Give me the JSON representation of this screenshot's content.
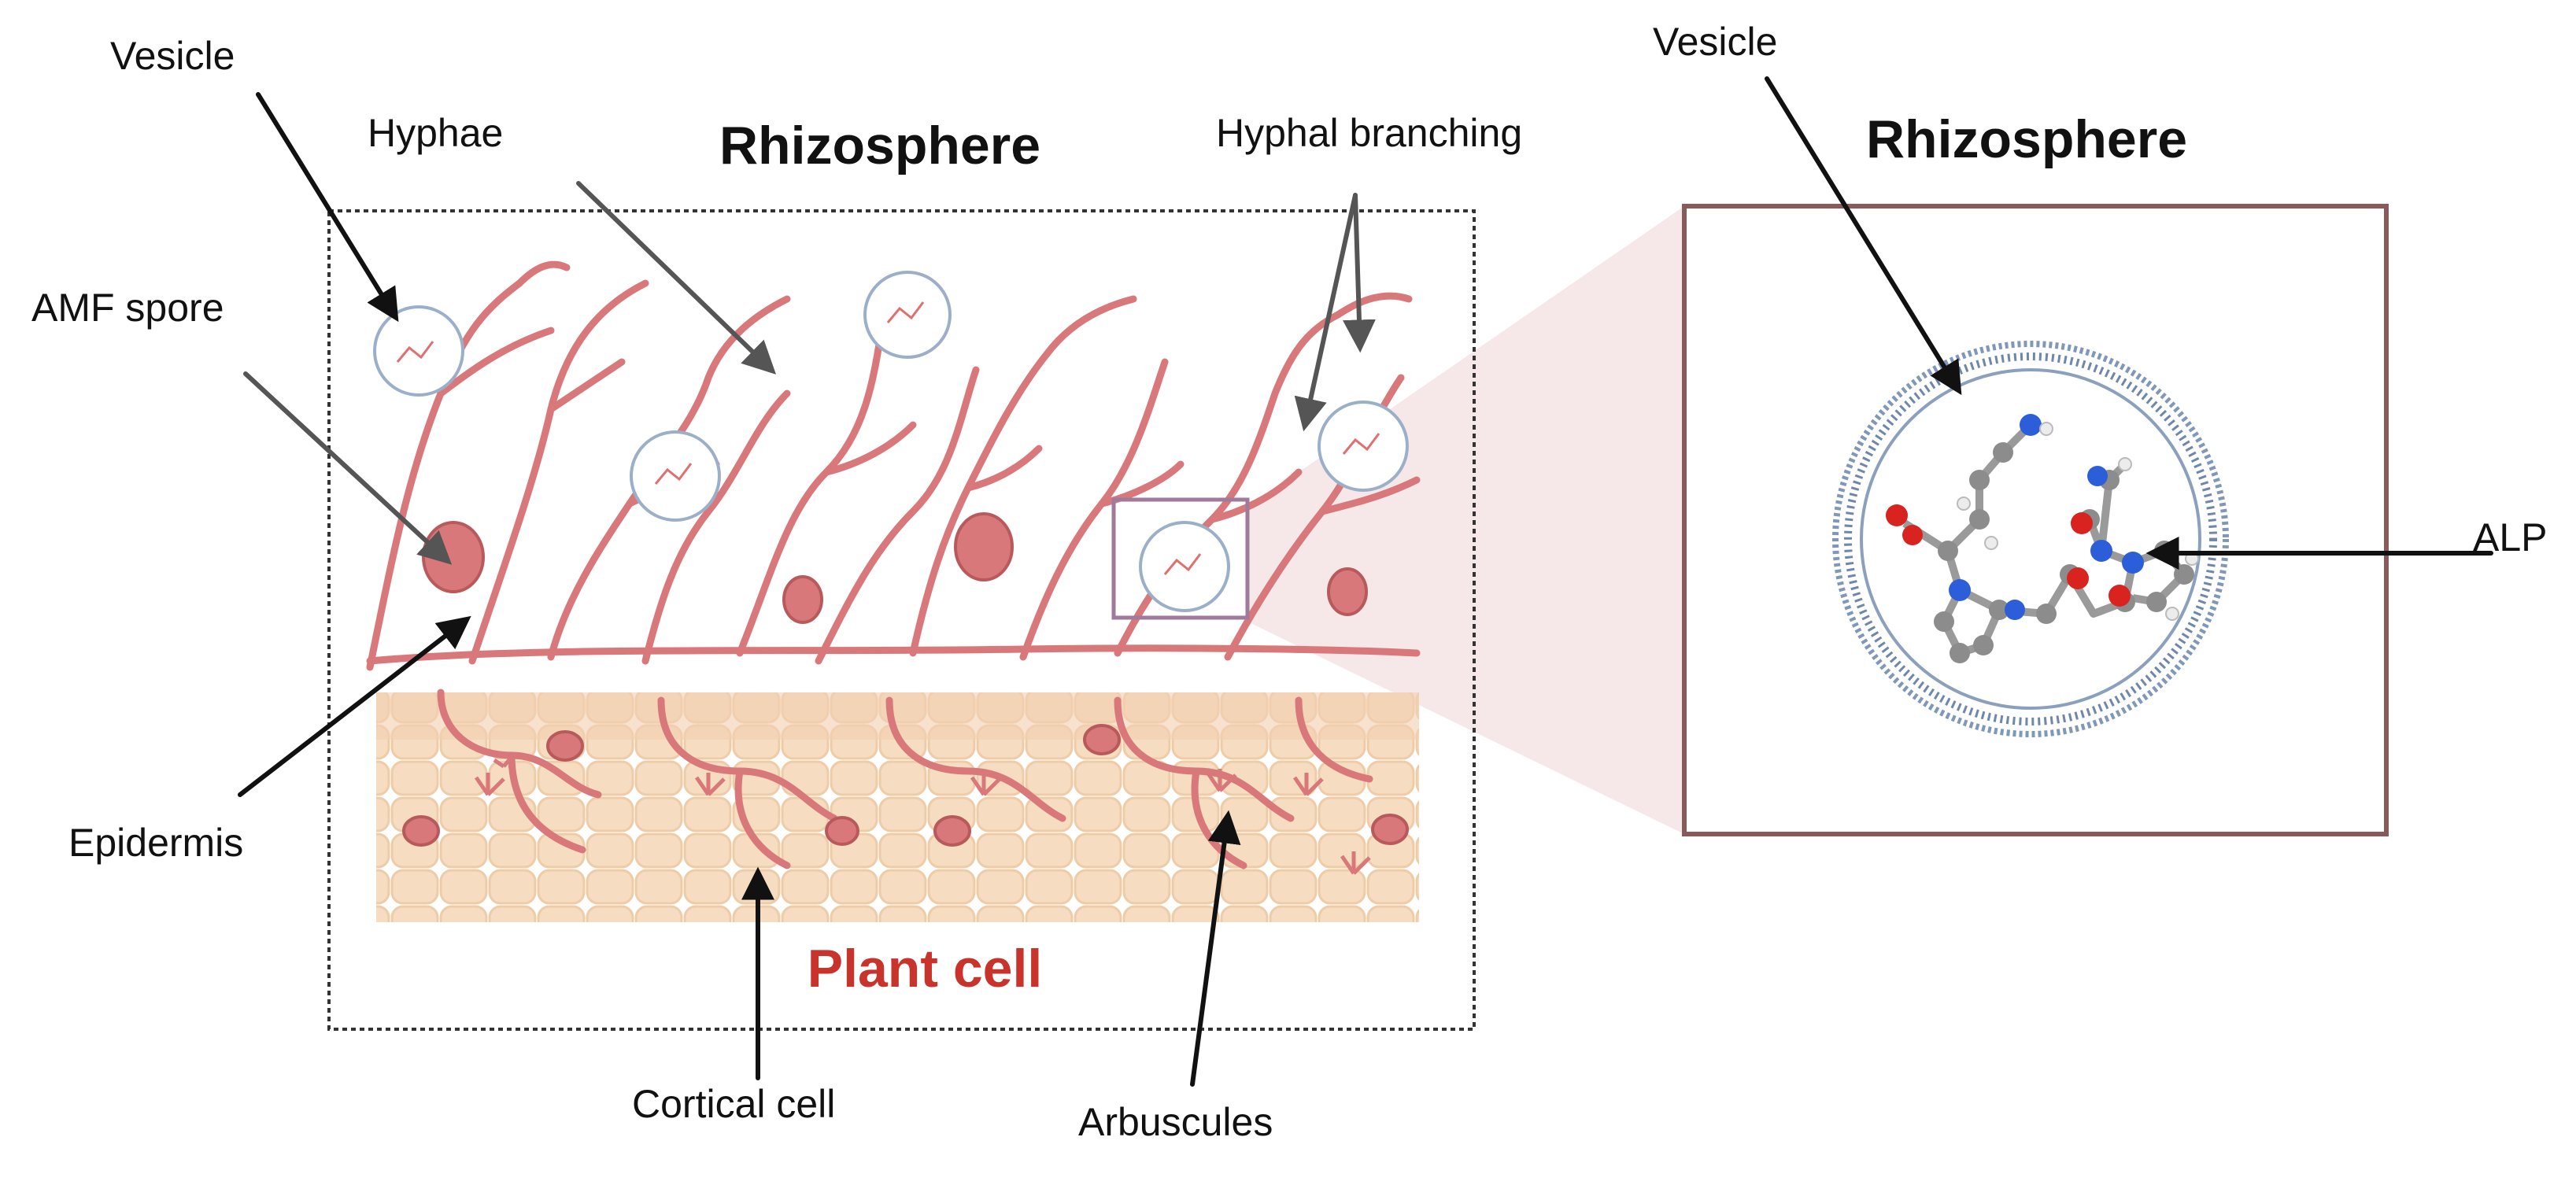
{
  "left_panel": {
    "title": "Rhizosphere",
    "bottom_label": "Plant cell"
  },
  "right_panel": {
    "title": "Rhizosphere"
  },
  "labels": {
    "vesicle_left": "Vesicle",
    "hyphae": "Hyphae",
    "hyphal_branching": "Hyphal branching",
    "amf_spore": "AMF spore",
    "epidermis": "Epidermis",
    "cortical_cell": "Cortical cell",
    "arbuscules": "Arbuscules",
    "vesicle_right": "Vesicle",
    "alp": "ALP"
  },
  "colors": {
    "hyphae": "#d9787a",
    "tissue": "#f3d6b8",
    "plant_cell_text": "#c8332c",
    "zoom_frame": "#8a5a5a",
    "zoom_cone": "#f4e4e4",
    "vesicle_membrane": "#6f87a8"
  }
}
